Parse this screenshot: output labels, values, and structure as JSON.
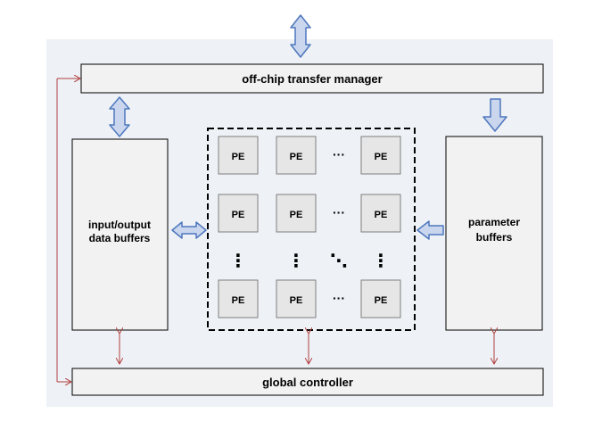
{
  "diagram": {
    "transfer_manager_label": "off-chip transfer manager",
    "global_controller_label": "global controller",
    "io_buffer_label": [
      "input/output",
      "data buffers"
    ],
    "param_buffer_label": [
      "parameter",
      "buffers"
    ],
    "pe_label": "PE",
    "h_ellipsis": "···",
    "v_ellipsis": "⋮",
    "d_ellipsis": "⋱",
    "colors": {
      "background": "#eef2f6",
      "box_fill": "#f2f2f2",
      "pe_fill": "#e6e6e6",
      "arrow_fill": "#c9d6ee",
      "arrow_stroke": "#4e77bd",
      "control_arrow": "#b04040"
    }
  }
}
